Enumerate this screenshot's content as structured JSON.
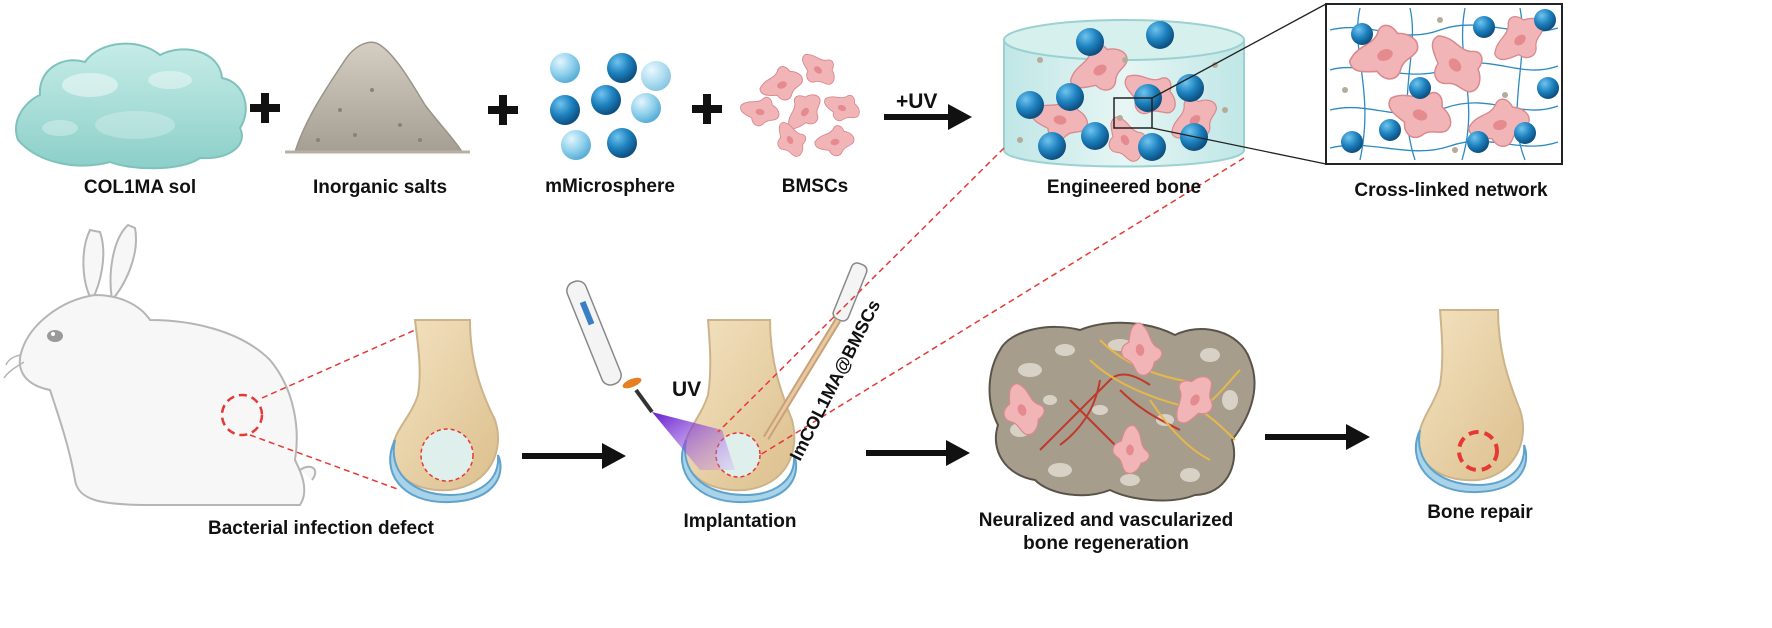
{
  "labels": {
    "col1ma_sol": "COL1MA sol",
    "inorganic_salts": "Inorganic salts",
    "microsphere": "mMicrosphere",
    "bmscs": "BMSCs",
    "uv_arrow": "+UV",
    "engineered_bone": "Engineered bone",
    "cross_linked": "Cross-linked network",
    "bacterial_defect": "Bacterial infection defect",
    "implantation": "Implantation",
    "uv": "UV",
    "imcol": "ImCOL1MA@BMSCs",
    "neuralized": "Neuralized and vascularized bone regeneration",
    "bone_repair": "Bone repair"
  },
  "colors": {
    "sol": "#a9dcd8",
    "salt": "#bdb6aa",
    "sphere_dark": "#1e82bf",
    "sphere_light": "#8fd0ec",
    "cell": "#f2b5b7",
    "bone": "#ecd5a8",
    "defect_fill": "#dff0ec",
    "cartilage": "#a9d3e8",
    "network_line": "#2e8bbf",
    "dash_red": "#e53935",
    "uv_purple": "#7b1fd0",
    "tissue": "#a79d8d",
    "vessel": "#c0392b",
    "nerve": "#e6b84a"
  },
  "icons": [
    "plus-icon",
    "arrow-icon",
    "rabbit-illustration",
    "uv-pen-icon",
    "pipette-icon",
    "bone-illustration"
  ]
}
